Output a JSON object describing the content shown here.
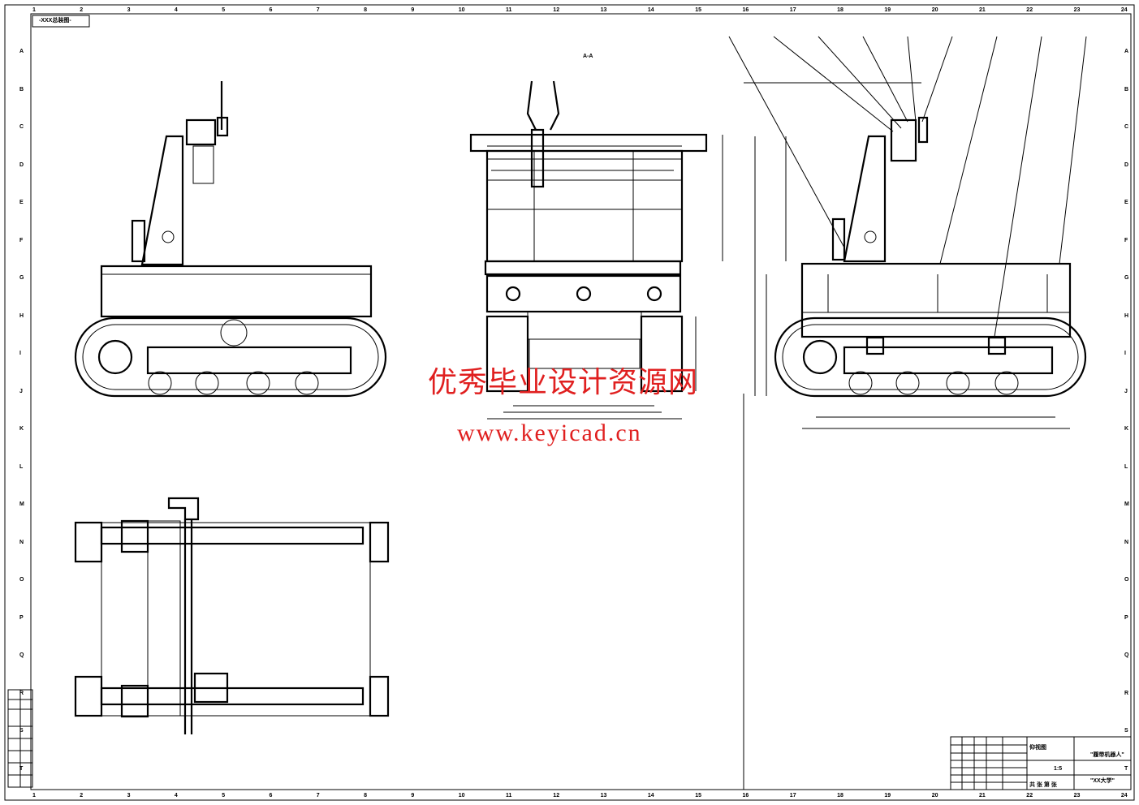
{
  "drawing": {
    "label_box": "-XXX总装图-",
    "top_view_title": "仰视图",
    "section_label": "A-A",
    "watermark_cn": "优秀毕业设计资源网",
    "watermark_url": "www.keyicad.cn",
    "column_numbers": [
      "1",
      "2",
      "3",
      "4",
      "5",
      "6",
      "7",
      "8",
      "9",
      "10",
      "11",
      "12",
      "13",
      "14",
      "15",
      "16",
      "17",
      "18",
      "19",
      "20",
      "21",
      "22",
      "23",
      "24"
    ],
    "row_letters": [
      "A",
      "B",
      "C",
      "D",
      "E",
      "F",
      "G",
      "H",
      "I",
      "J",
      "K",
      "L",
      "M",
      "N",
      "O",
      "P",
      "Q",
      "R",
      "S",
      "T"
    ],
    "title_block": {
      "drawing_name": "\"履带机器人\"",
      "company": "\"XX大学\"",
      "scale": "1:5",
      "sheet": "共 张 第 张"
    }
  }
}
